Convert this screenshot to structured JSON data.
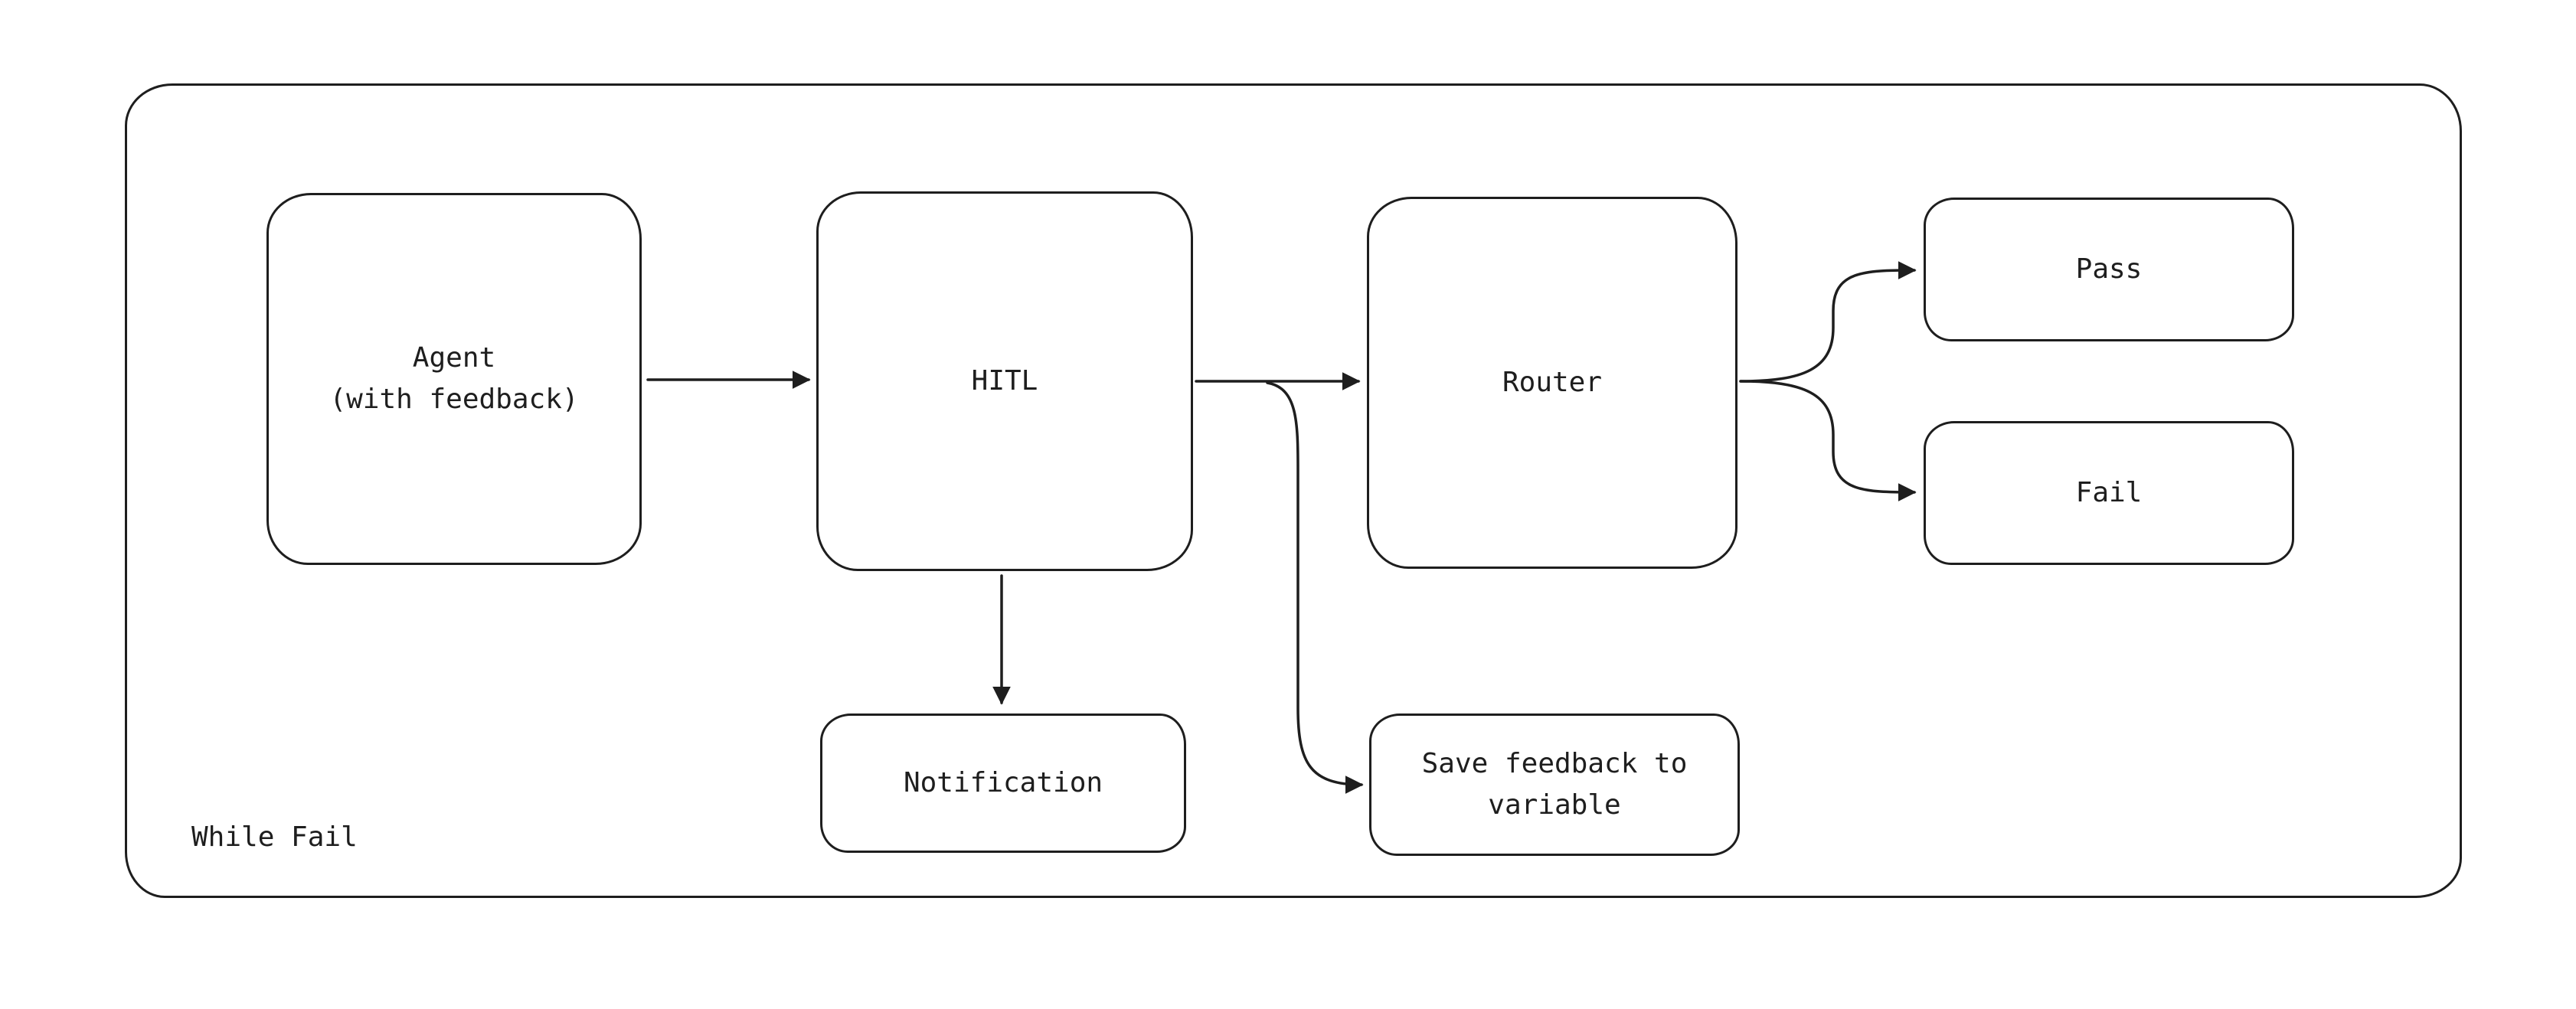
{
  "diagram": {
    "container_label": "While Fail",
    "nodes": {
      "agent": {
        "label": "Agent\n(with feedback)"
      },
      "hitl": {
        "label": "HITL"
      },
      "router": {
        "label": "Router"
      },
      "pass": {
        "label": "Pass"
      },
      "fail": {
        "label": "Fail"
      },
      "notification": {
        "label": "Notification"
      },
      "save_feedback": {
        "label": "Save feedback to\nvariable"
      }
    },
    "edges": [
      {
        "from": "agent",
        "to": "hitl"
      },
      {
        "from": "hitl",
        "to": "router"
      },
      {
        "from": "hitl",
        "to": "notification"
      },
      {
        "from": "hitl",
        "to": "save_feedback"
      },
      {
        "from": "router",
        "to": "pass"
      },
      {
        "from": "router",
        "to": "fail"
      }
    ],
    "colors": {
      "stroke": "#1e1e1e",
      "background": "#ffffff"
    }
  }
}
